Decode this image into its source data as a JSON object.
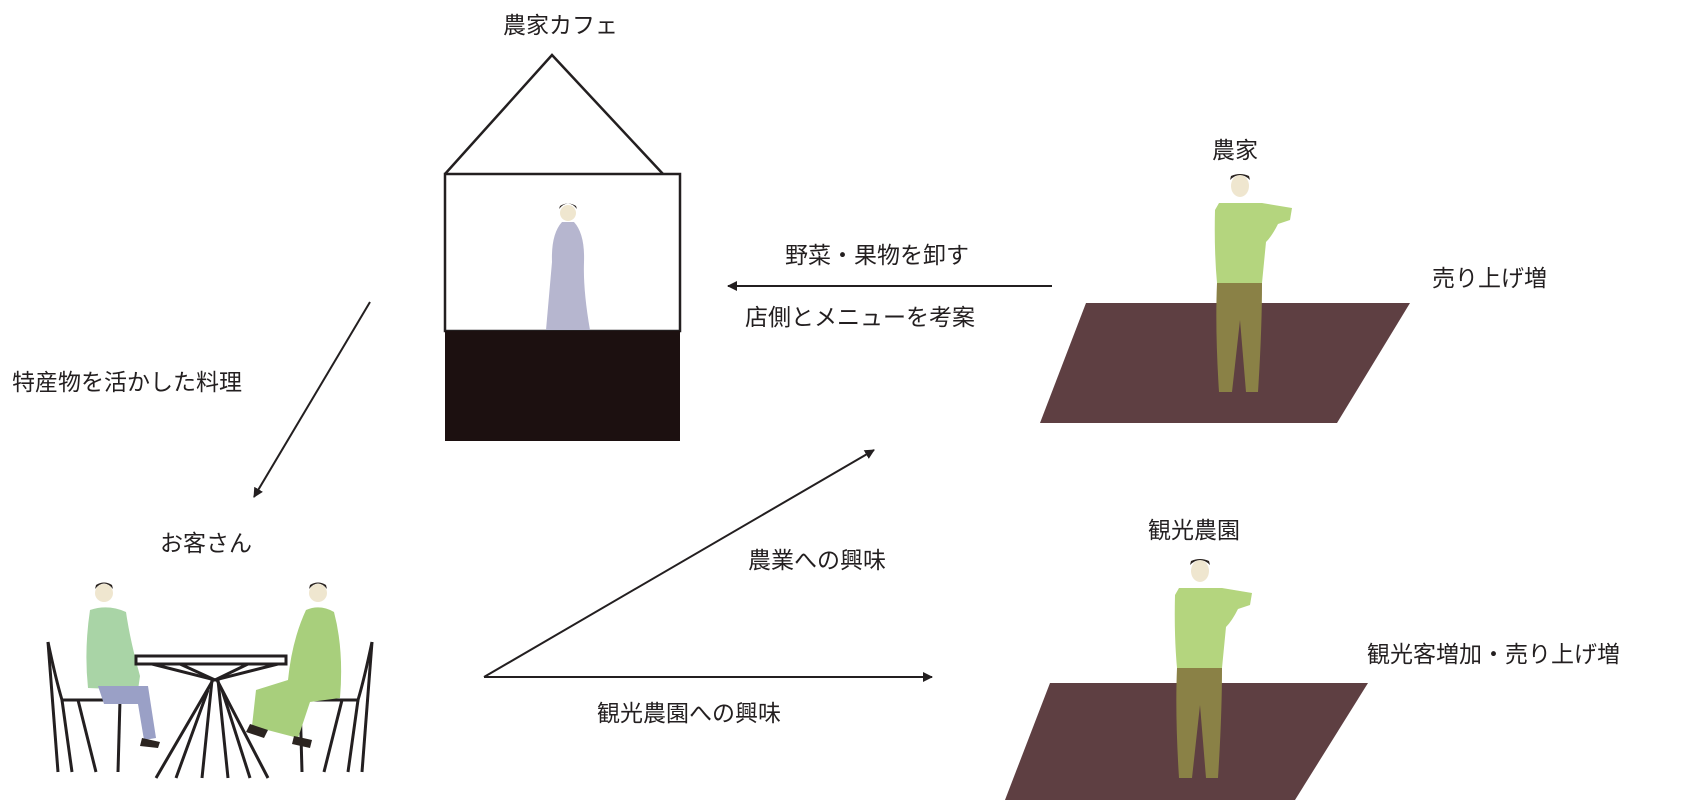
{
  "labels": {
    "cafe": "農家カフェ",
    "farmer": "農家",
    "tourist_farm": "観光農園",
    "customers": "お客さん",
    "wholesale": "野菜・果物を卸す",
    "menu": "店側とメニューを考案",
    "dishes": "特産物を活かした料理",
    "farm_interest": "農業への興味",
    "tourist_farm_interest": "観光農園への興味",
    "farmer_sales": "売り上げ増",
    "tourist_farm_sales": "観光客増加・売り上げ増"
  },
  "colors": {
    "line": "#231f20",
    "cafe_base": "#1c1010",
    "field": "#5e3f42",
    "shirt_green": "#b4d57e",
    "pants_olive": "#8a8146",
    "staff_lavender": "#b6b6cf",
    "customer_mint": "#a9d4a6",
    "customer_green": "#a8cf7c",
    "customer_pants": "#9aa0c6",
    "skin": "#efe6cf",
    "hair": "#2b2420"
  },
  "icons": [
    "house-icon",
    "person-icon",
    "table-icon",
    "chair-icon",
    "field-icon"
  ]
}
